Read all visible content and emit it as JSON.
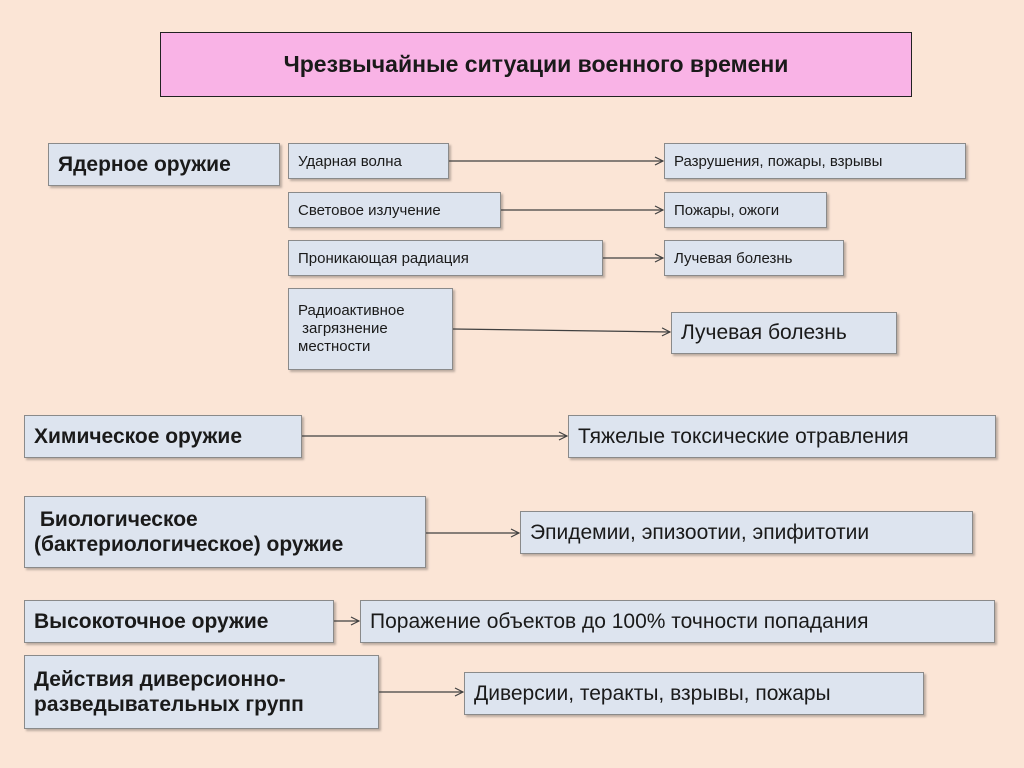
{
  "title": "Чрезвычайные ситуации военного времени",
  "nuclear": {
    "label": "Ядерное оружие",
    "factors": [
      {
        "cause": "Ударная волна",
        "effect": "Разрушения, пожары, взрывы"
      },
      {
        "cause": "Световое излучение",
        "effect": "Пожары, ожоги"
      },
      {
        "cause": "Проникающая  радиация",
        "effect": "Лучевая болезнь"
      },
      {
        "cause": "Радиоактивное\n загрязнение\nместности",
        "effect": "Лучевая болезнь"
      }
    ]
  },
  "weapons": [
    {
      "label": "Химическое оружие",
      "effect": "Тяжелые токсические отравления"
    },
    {
      "label": " Биологическое\n(бактериологическое) оружие",
      "effect": "Эпидемии, эпизоотии, эпифитотии"
    },
    {
      "label": "Высокоточное оружие",
      "effect": "Поражение объектов до 100% точности попадания"
    },
    {
      "label": "Действия диверсионно-\nразведывательных групп",
      "effect": "Диверсии, теракты, взрывы, пожары"
    }
  ],
  "colors": {
    "background": "#fbe5d6",
    "title_fill": "#f9b3e6",
    "box_fill": "#dde4ef",
    "arrow": "#404040"
  }
}
